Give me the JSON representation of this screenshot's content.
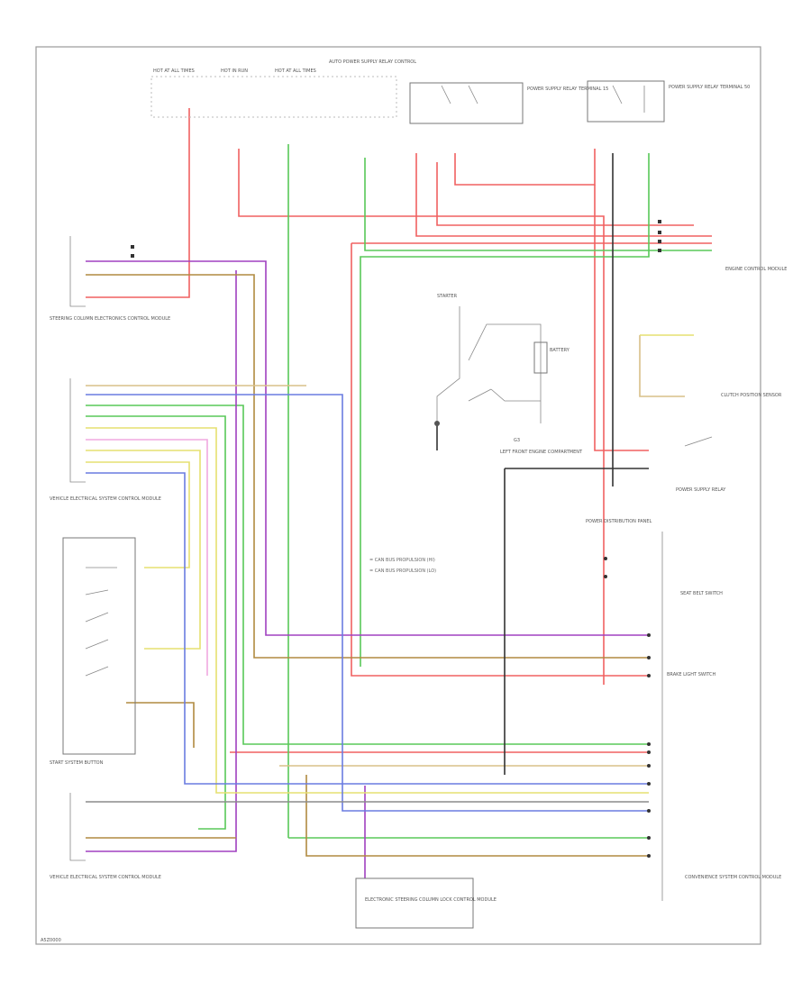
{
  "colors": {
    "red": "#f06060",
    "green": "#58c858",
    "violet": "#a040c0",
    "brown": "#b08a40",
    "yellow": "#e6e070",
    "blue": "#6a7ce0",
    "pink": "#f0a8e0",
    "gray": "#8c8c8c",
    "black": "#333333",
    "tan": "#d8c088",
    "orange": "#e89040"
  },
  "legend": {
    "line1": "= CAN BUS PROPULSION (HI)",
    "line2": "= CAN BUS PROPULSION (LO)"
  },
  "components": {
    "top_supply_1": "HOT AT ALL TIMES",
    "top_supply_2": "HOT IN RUN",
    "top_supply_3": "HOT AT ALL TIMES",
    "top_supply_4": "AUTO POWER SUPPLY RELAY CONTROL",
    "relay_1": "POWER SUPPLY RELAY TERMINAL 15",
    "relay_2": "POWER SUPPLY RELAY TERMINAL 50",
    "engine_ctrl": "ENGINE CONTROL MODULE",
    "left_upper": "STEERING COLUMN ELECTRONICS CONTROL MODULE",
    "left_mid": "VEHICLE ELECTRICAL SYSTEM CONTROL MODULE",
    "start_button": "START SYSTEM BUTTON",
    "left_lower": "VEHICLE ELECTRICAL SYSTEM CONTROL MODULE",
    "starter": "STARTER",
    "battery": "BATTERY",
    "earth": "G3",
    "earth_note": "LEFT FRONT ENGINE COMPARTMENT",
    "fuse_box": "POWER DISTRIBUTION PANEL",
    "clutch": "CLUTCH POSITION SENSOR",
    "power_supply_right": "POWER SUPPLY RELAY",
    "seat_belt": "SEAT BELT SWITCH",
    "brake_switch": "BRAKE LIGHT SWITCH",
    "right_lower": "CONVENIENCE SYSTEM CONTROL MODULE",
    "bottom_module": "ELECTRONIC STEERING COLUMN LOCK CONTROL MODULE",
    "figure_id": "A5Z0000"
  }
}
